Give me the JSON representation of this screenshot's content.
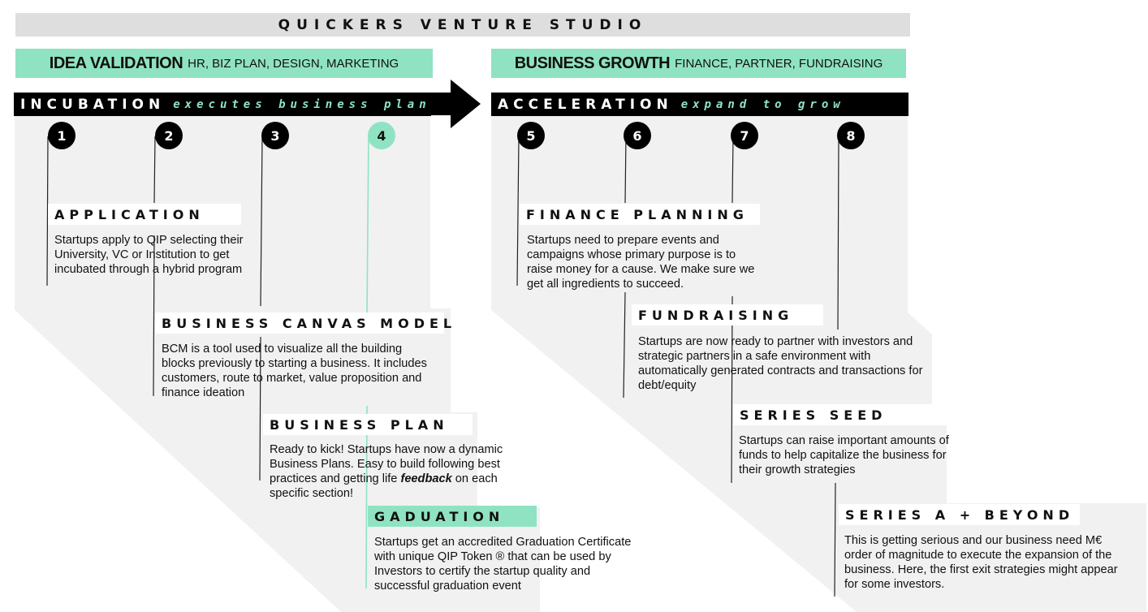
{
  "title": "QUICKERS VENTURE STUDIO",
  "headers": {
    "left": {
      "main": "IDEA VALIDATION",
      "sub": "HR, BIZ PLAN,  DESIGN, MARKETING"
    },
    "right": {
      "main": "BUSINESS GROWTH",
      "sub": "FINANCE, PARTNER, FUNDRAISING"
    }
  },
  "phases": {
    "incubation": {
      "name": "INCUBATION",
      "tagline": "executes business plan"
    },
    "acceleration": {
      "name": "ACCELERATION",
      "tagline": "expand to grow"
    }
  },
  "steps": [
    {
      "number": "1",
      "label": "APPLICATION",
      "description": "Startups apply to QIP selecting their University, VC or Institution to get incubated through a hybrid program"
    },
    {
      "number": "2",
      "label": "BUSINESS CANVAS MODEL",
      "description": "BCM is a tool used to visualize all the building blocks previously to starting a business. It includes customers, route to market, value proposition and finance ideation"
    },
    {
      "number": "3",
      "label": "BUSINESS PLAN",
      "description_pre": "Ready to kick! Startups have now a dynamic Business Plans. Easy to build following best practices and getting life",
      "description_em": "feedback",
      "description_post": "on each specific section!"
    },
    {
      "number": "4",
      "label": "GADUATION",
      "description": "Startups get an accredited Graduation Certificate with unique QIP Token ® that can be used by Investors to certify the startup quality and successful graduation event",
      "accent": "#8fe3c2"
    },
    {
      "number": "5",
      "label": "FINANCE PLANNING",
      "description": "Startups need to prepare events and campaigns whose primary purpose is to raise money for a cause. We make sure we get all ingredients to succeed."
    },
    {
      "number": "6",
      "label": "FUNDRAISING",
      "description": "Startups are now ready to partner with investors and strategic partners in a safe environment with automatically generated contracts and transactions for debt/equity"
    },
    {
      "number": "7",
      "label": "SERIES SEED",
      "description": "Startups can raise important amounts of funds to help capitalize the business for their growth strategies"
    },
    {
      "number": "8",
      "label": "SERIES A + BEYOND",
      "description": "This is getting serious and our business need M€ order of magnitude to execute the expansion of the business. Here, the first exit strategies might appear for some investors."
    }
  ],
  "colors": {
    "accent": "#8fe3c2",
    "panel": "#f1f1f1",
    "title_bar": "#dedede",
    "dark": "#000000"
  }
}
